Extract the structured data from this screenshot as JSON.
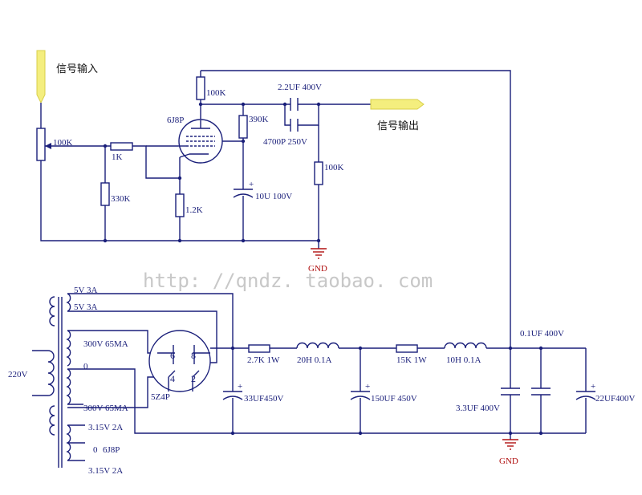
{
  "texts": {
    "signal_in": "信号输入",
    "signal_out": "信号输出",
    "tube_6j8p": "6J8P",
    "pot_100k": "100K",
    "res_1k": "1K",
    "res_330k": "330K",
    "res_1_2k": "1.2K",
    "res_100k_plate": "100K",
    "res_390k": "390K",
    "cap_10u": "10U 100V",
    "cap_2_2uf": "2.2UF 400V",
    "cap_4700p": "4700P 250V",
    "res_100k_out": "100K",
    "gnd_top": "GND",
    "gnd_bottom": "GND",
    "watermark": "http: //qndz. taobao. com",
    "tr_5v_a": "5V 3A",
    "tr_5v_b": "5V 3A",
    "tr_300v_a": "300V 65MA",
    "tr_zero": "0",
    "tr_300v_b": "300V 65MA",
    "tr_220v": "220V",
    "tr_315_a": "3.15V 2A",
    "tr_zero_6j8p": "0",
    "tr_6j8p": "6J8P",
    "tr_315_b": "3.15V 2A",
    "rect_5z4p": "5Z4P",
    "pin_6": "6",
    "pin_8": "8",
    "pin_4": "4",
    "pin_2": "2",
    "res_2_7k": "2.7K 1W",
    "ind_20h": "20H 0.1A",
    "res_15k": "15K 1W",
    "ind_10h": "10H 0.1A",
    "cap_33uf": "33UF450V",
    "cap_150uf": "150UF 450V",
    "cap_3_3uf": "3.3UF 400V",
    "cap_0_1uf": "0.1UF 400V",
    "cap_22uf": "22UF400V",
    "plus": "+"
  },
  "colors": {
    "wire": "#1a1f7a",
    "probe": "#f4ee7e",
    "ground": "#b01010",
    "watermark": "#c8c8c8"
  }
}
